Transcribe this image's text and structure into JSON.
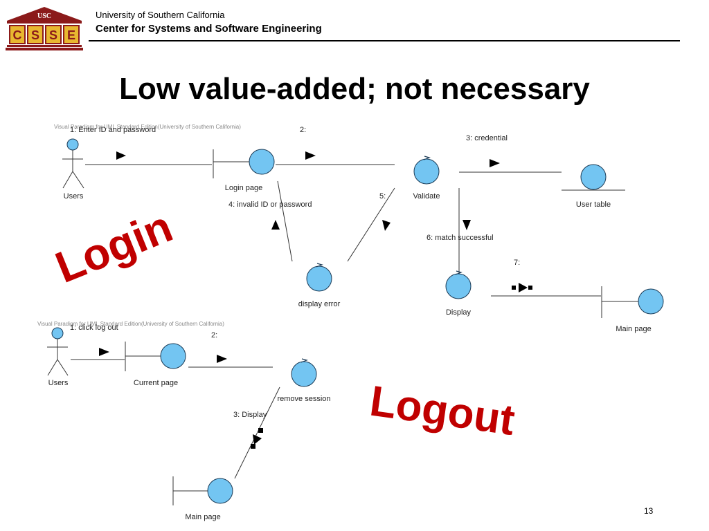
{
  "header": {
    "logo_text_top": "USC",
    "logo_letters": [
      "C",
      "S",
      "S",
      "E"
    ],
    "university": "University of Southern California",
    "center": "Center for Systems and Software Engineering"
  },
  "slide": {
    "title": "Low value-added; not necessary",
    "page_number": "13"
  },
  "login_diagram": {
    "watermark": "Visual Paradigm for UML Standard Edition(University of Southern California)",
    "objects": {
      "users": "Users",
      "login_page": "Login page",
      "validate": "Validate",
      "user_table": "User table",
      "display_error": "display error",
      "display": "Display",
      "main_page": "Main page"
    },
    "messages": {
      "m1": "1: Enter ID and password",
      "m2": "2:",
      "m3": "3: credential",
      "m4": "4: invalid ID or password",
      "m5": "5:",
      "m6": "6: match successful",
      "m7": "7:"
    },
    "big_label": "Login"
  },
  "logout_diagram": {
    "watermark": "Visual Paradigm for UML Standard Edition(University of Southern California)",
    "objects": {
      "users": "Users",
      "current_page": "Current page",
      "remove_session": "remove session",
      "main_page": "Main page"
    },
    "messages": {
      "m1": "1: click log out",
      "m2": "2:",
      "m3": "3: Display"
    },
    "big_label": "Logout"
  },
  "colors": {
    "object_fill": "#73c5f2",
    "object_stroke": "#1b3a55",
    "accent_red": "#c00000",
    "logo_red": "#8b1a1a",
    "logo_gold": "#e8b830"
  }
}
